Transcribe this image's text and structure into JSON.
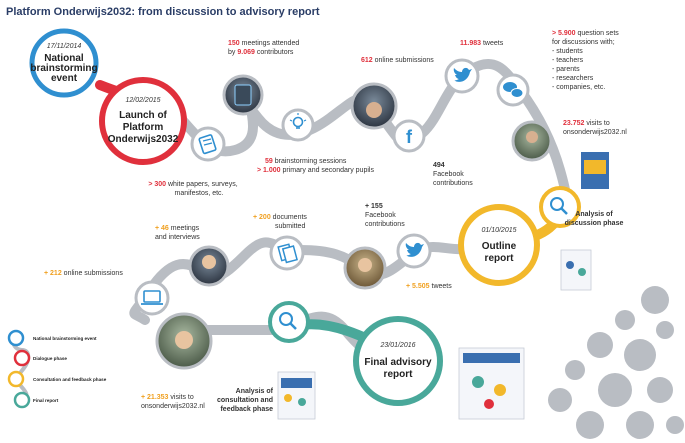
{
  "title": "Platform Onderwijs2032: from discussion to advisory report",
  "colors": {
    "blue": "#2f8fd0",
    "red": "#e0303c",
    "yellow": "#f2b82b",
    "teal": "#49a89a",
    "gray": "#b9bdc3",
    "number_red": "#e0303c",
    "number_orange": "#f0a020"
  },
  "milestones": {
    "national_brainstorm": {
      "date": "17/11/2014",
      "label_1": "National",
      "label_2": "brainstorming",
      "label_3": "event"
    },
    "launch": {
      "date": "12/02/2015",
      "label_1": "Launch of",
      "label_2": "Platform",
      "label_3": "Onderwijs2032"
    },
    "outline": {
      "date": "01/10/2015",
      "label_1": "Outline",
      "label_2": "report"
    },
    "final": {
      "date": "23/01/2016",
      "label_1": "Final advisory",
      "label_2": "report"
    }
  },
  "stats": {
    "meetings": {
      "num": "150",
      "text_1": "meetings attended",
      "text_2": "by",
      "num_2": "9.069",
      "text_3": "contributors"
    },
    "white_papers": {
      "num": "> 300",
      "text_1": "white papers, surveys,",
      "text_2": "manifestos, etc."
    },
    "brainstorm_sessions": {
      "num": "59",
      "text_1": "brainstorming sessions",
      "num_2": "> 1.000",
      "text_2": "primary and secondary pupils"
    },
    "online_612": {
      "num": "612",
      "text": "online submissions"
    },
    "tweets_11983": {
      "num": "11.983",
      "text": "tweets"
    },
    "facebook_494": {
      "num": "494",
      "text_1": "Facebook",
      "text_2": "contributions"
    },
    "question_sets": {
      "num": "> 5.900",
      "text_1": "question sets",
      "text_2": "for discussions with;",
      "items": [
        "- students",
        "- teachers",
        "- parents",
        "- researchers",
        "- companies, etc."
      ]
    },
    "visits_23752": {
      "num": "23.752",
      "text_1": "visits to",
      "text_2": "onsonderwijs2032.nl"
    },
    "analysis_discussion": {
      "line_1": "Analysis of",
      "line_2": "discussion phase"
    },
    "facebook_155": {
      "num": "+ 155",
      "text_1": "Facebook",
      "text_2": "contributions"
    },
    "documents_200": {
      "num": "+ 200",
      "text_1": "documents",
      "text_2": "submitted"
    },
    "meetings_46": {
      "num": "+ 46",
      "text_1": "meetings",
      "text_2": "and interviews"
    },
    "tweets_5505": {
      "num": "+ 5.505",
      "text": "tweets"
    },
    "online_212": {
      "num": "+ 212",
      "text": "online submissions"
    },
    "visits_21353": {
      "num": "+ 21.353",
      "text_1": "visits to",
      "text_2": "onsonderwijs2032.nl"
    },
    "analysis_consultation": {
      "line_1": "Analysis of",
      "line_2": "consultation and",
      "line_3": "feedback phase"
    }
  },
  "legend": [
    {
      "label": "National brainstorming event",
      "color": "blue"
    },
    {
      "label": "Dialogue phase",
      "color": "red"
    },
    {
      "label": "Consultation and feedback phase",
      "color": "yellow"
    },
    {
      "label": "Final report",
      "color": "teal"
    }
  ],
  "icons": [
    "clipboard-icon",
    "lightbulb-icon",
    "facebook-icon",
    "twitter-icon",
    "chat-icon",
    "search-icon",
    "documents-icon",
    "laptop-icon"
  ]
}
